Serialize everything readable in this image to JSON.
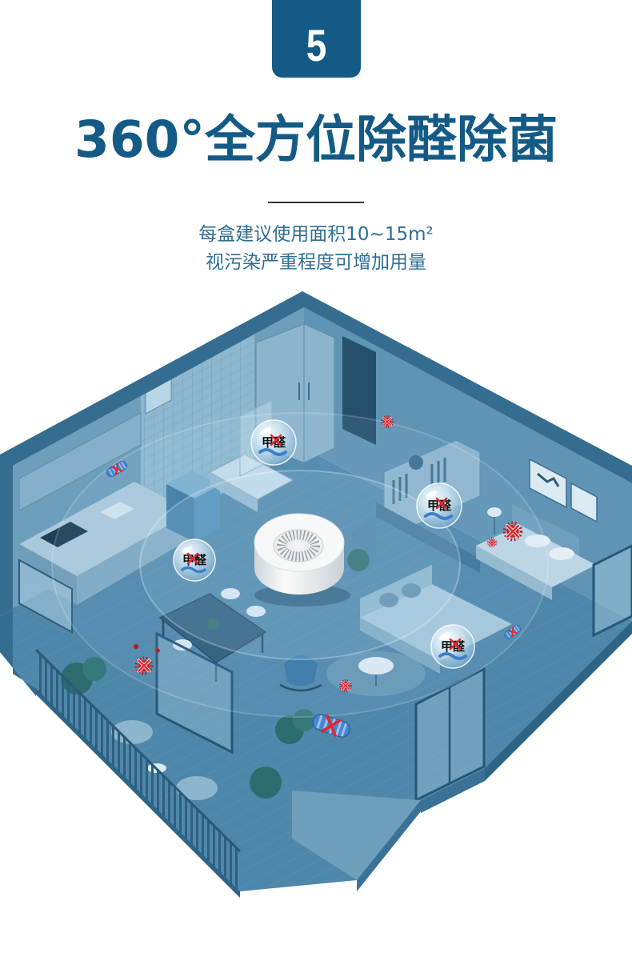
{
  "step_badge": {
    "number": "5"
  },
  "headline": {
    "title": "360°全方位除醛除菌"
  },
  "usage_note": {
    "line1": "每盒建议使用面积10~15m²",
    "line2": "视污染严重程度可增加用量"
  },
  "illustration": {
    "bubbles": [
      {
        "label": "甲醛"
      },
      {
        "label": "甲醛"
      },
      {
        "label": "甲醛"
      },
      {
        "label": "甲醛"
      }
    ],
    "icons": [
      "air-purifier-icon",
      "formaldehyde-bubble-icon",
      "virus-icon",
      "bacteria-icon",
      "cross-mark-icon"
    ]
  },
  "colors": {
    "brand": "#145a86",
    "subtitle": "#2f6e95",
    "divider": "#333333",
    "illustration_tint": "#4e87aa",
    "cross_mark": "#e3262d"
  }
}
